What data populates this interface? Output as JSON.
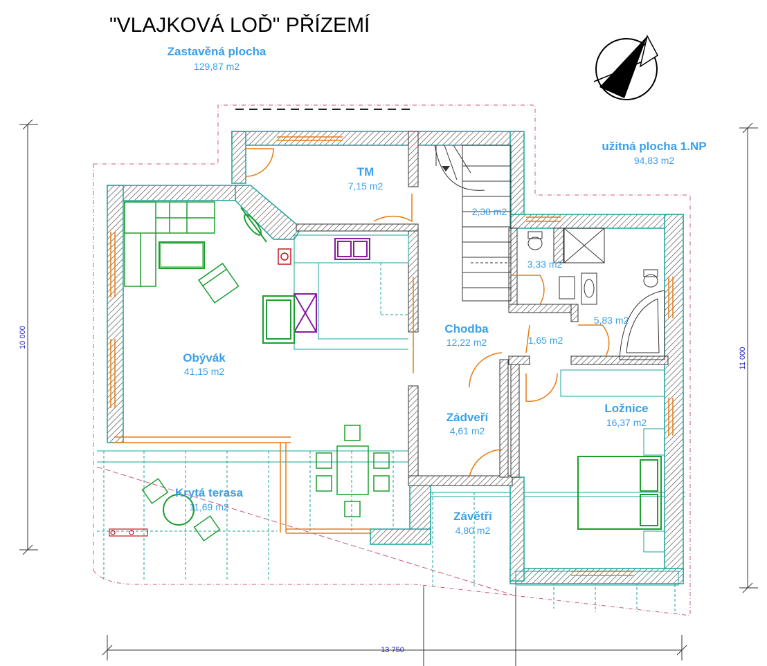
{
  "title": "\"VLAJKOVÁ LOĎ\"   PŘÍZEMÍ",
  "built_area": {
    "label": "Zastavěná plocha",
    "value": "129,87 m2"
  },
  "usable_area": {
    "label": "užitná plocha  1.NP",
    "value": "94,83 m2"
  },
  "rooms": {
    "tm": {
      "name": "TM",
      "area": "7,15 m2"
    },
    "stairs": {
      "area": "2,38 m2"
    },
    "wc": {
      "area": "3,33 m2"
    },
    "bath": {
      "area": "5,83 m2"
    },
    "chodba": {
      "name": "Chodba",
      "area": "12,22 m2"
    },
    "hall_small": {
      "area": "1,65 m2"
    },
    "obyvak": {
      "name": "Obývák",
      "area": "41,15 m2"
    },
    "loznice": {
      "name": "Ložnice",
      "area": "16,37 m2"
    },
    "zadveri": {
      "name": "Zádveří",
      "area": "4,61 m2"
    },
    "terasa": {
      "name": "Krytá terasa",
      "area": "11,69 m2"
    },
    "zavetri": {
      "name": "Závětří",
      "area": "4,80 m2"
    }
  },
  "dimensions": {
    "left": "10 000",
    "right": "11 000",
    "bottom": "13 750"
  },
  "colors": {
    "label": "#3aa0e8",
    "wall_outline": "#1aa39a",
    "furniture": "#1a9e2e",
    "door": "#e87a12",
    "dimension": "#1e1ec8"
  }
}
